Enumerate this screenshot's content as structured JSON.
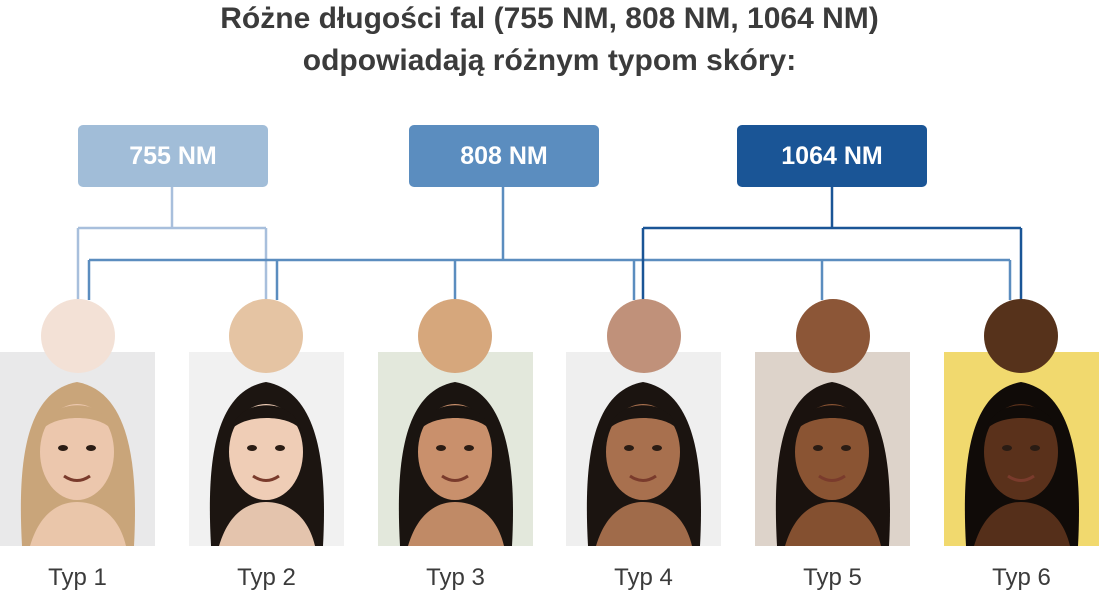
{
  "title": {
    "line1": "Różne długości fal (755 NM, 808 NM, 1064 NM)",
    "line2": "odpowiadają różnym typom skóry:"
  },
  "wavelengths": [
    {
      "label": "755 NM",
      "color": "#a1bdd8"
    },
    {
      "label": "808 NM",
      "color": "#5b8dbf"
    },
    {
      "label": "1064 NM",
      "color": "#1a5596"
    }
  ],
  "types": [
    {
      "label": "Typ 1",
      "swatch": "#f3e1d6",
      "photo_bg": "#e9e9ea",
      "skin": "#ecc7ad",
      "hair": "#c9a57a"
    },
    {
      "label": "Typ 2",
      "swatch": "#e5c4a3",
      "photo_bg": "#f1f1f1",
      "skin": "#efcdb6",
      "hair": "#1c1511"
    },
    {
      "label": "Typ 3",
      "swatch": "#d6a77c",
      "photo_bg": "#e3e8dc",
      "skin": "#c9906c",
      "hair": "#1a1410"
    },
    {
      "label": "Typ 4",
      "swatch": "#c0917a",
      "photo_bg": "#efefef",
      "skin": "#a8704e",
      "hair": "#1b1410"
    },
    {
      "label": "Typ 5",
      "swatch": "#8c5637",
      "photo_bg": "#ddd3ca",
      "skin": "#8a5433",
      "hair": "#1a120e"
    },
    {
      "label": "Typ 6",
      "swatch": "#56321b",
      "photo_bg": "#f1d96e",
      "skin": "#5a311b",
      "hair": "#100b08"
    }
  ]
}
